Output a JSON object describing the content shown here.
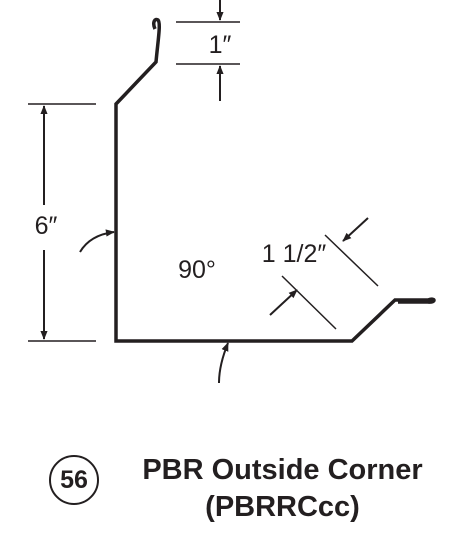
{
  "dimensions": {
    "top_hem": "1″",
    "height": "6″",
    "angle": "90°",
    "flange": "1 1/2″"
  },
  "caption": {
    "number": "56",
    "title": "PBR Outside Corner",
    "code": "(PBRRCcc)"
  },
  "colors": {
    "ink": "#231f20"
  }
}
